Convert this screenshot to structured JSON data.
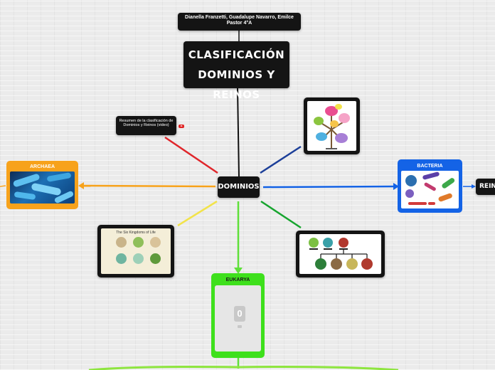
{
  "authors": "Dianella Franzetti, Guadalupe Navarro, Emilce Pastor 4°A",
  "title_line1": "CLASIFICACIÓN",
  "title_line2": "DOMINIOS Y REINOS",
  "center": "DOMINIOS",
  "video_note": "Resumen de la clasificación de Dominios y Reinos (video)",
  "archaea_label": "ARCHAEA",
  "bacteria_label": "BACTERIA",
  "eukarya_label": "EUKARYA",
  "eukarya_placeholder": "0",
  "reino_label": "REINO",
  "kingdoms_image_title": "The Six Kingdoms of Life",
  "colors": {
    "archaea": "#f7a21b",
    "bacteria": "#1463e6",
    "eukarya": "#3ee01c",
    "video_link": "#e02424",
    "image_link_top": "#1c3f99",
    "image_link_left": "#f2e34a",
    "image_link_bottom": "#17a52f"
  },
  "icons": [
    "youtube-icon",
    "phone-placeholder-icon"
  ]
}
